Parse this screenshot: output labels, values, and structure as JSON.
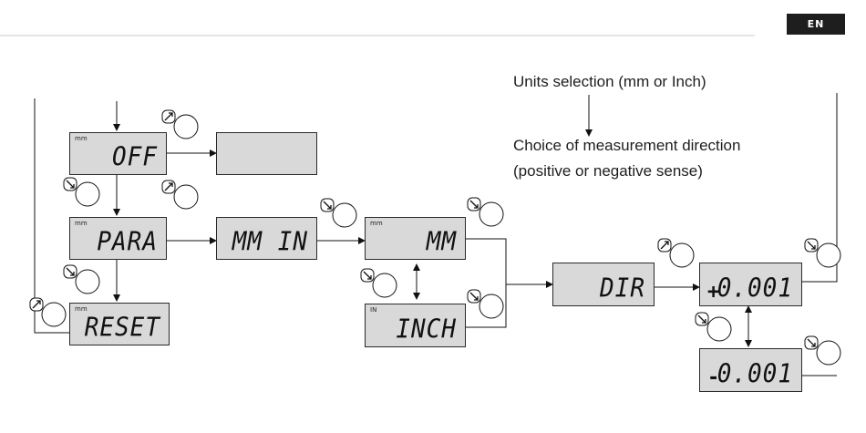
{
  "header": {
    "language": "EN"
  },
  "annotations": {
    "units": "Units selection (mm or Inch)",
    "direction_line1": "Choice of measurement direction",
    "direction_line2": "(positive or negative sense)"
  },
  "displays": {
    "off": {
      "unit": "mm",
      "value": "OFF"
    },
    "blank": {
      "unit": "",
      "value": ""
    },
    "para": {
      "unit": "mm",
      "value": "PARA"
    },
    "reset": {
      "unit": "mm",
      "value": "RESET"
    },
    "mmin": {
      "unit": "",
      "value": "MM IN"
    },
    "mm": {
      "unit": "mm",
      "value": "MM"
    },
    "inch": {
      "unit": "IN",
      "value": "INCH"
    },
    "dir": {
      "unit": "",
      "value": "DIR"
    },
    "plus": {
      "unit": "",
      "sign": "+",
      "value": "0.001"
    },
    "minus": {
      "unit": "",
      "sign": "-",
      "value": "0.001"
    }
  },
  "icons": {
    "long_press": "dial-with-long-press-arrow-icon",
    "short_press": "dial-with-short-press-arrow-icon"
  }
}
